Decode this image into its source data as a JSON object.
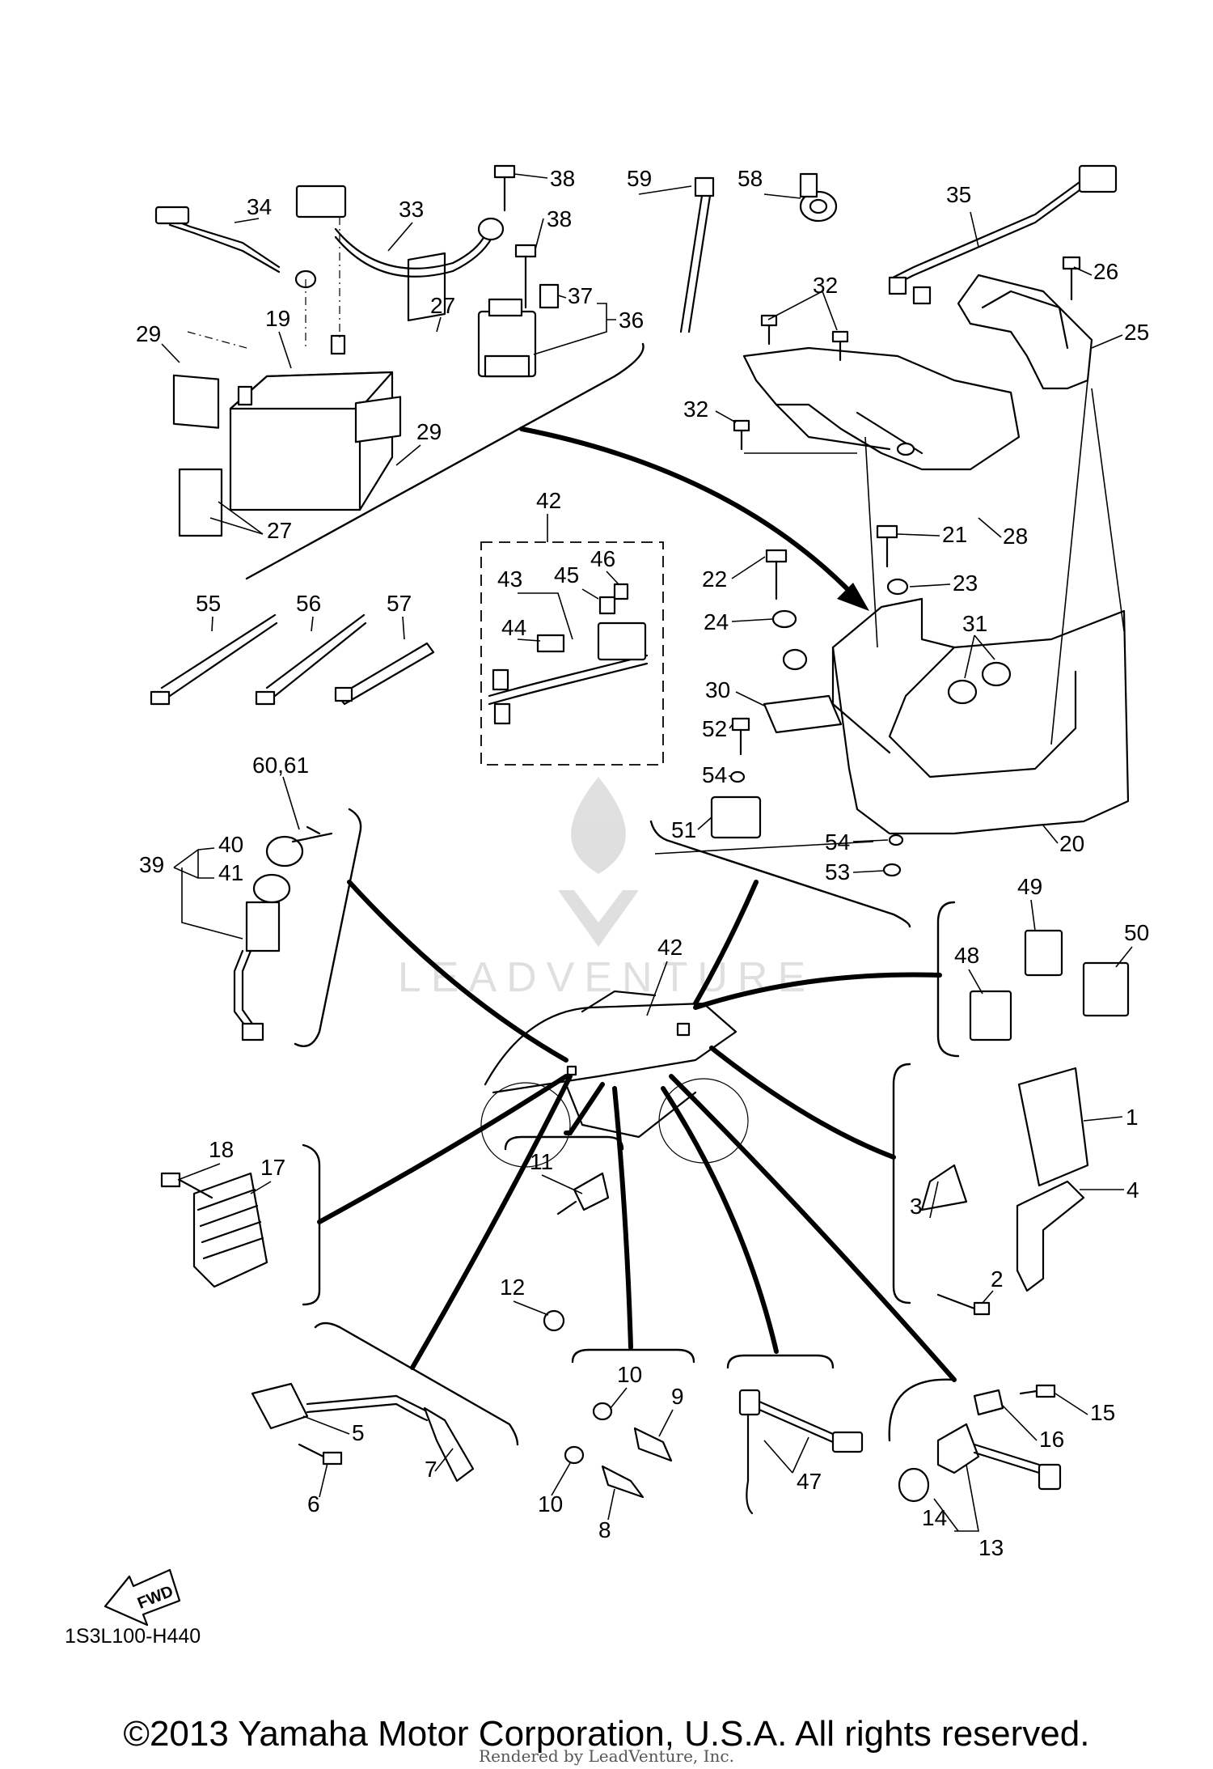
{
  "callouts": {
    "c38a": "38",
    "c38b": "38",
    "c59": "59",
    "c58": "58",
    "c35": "35",
    "c34": "34",
    "c33": "33",
    "c37": "37",
    "c36": "36",
    "c27a": "27",
    "c29a": "29",
    "c19": "19",
    "c29b": "29",
    "c27b": "27",
    "c32a": "32",
    "c32b": "32",
    "c26": "26",
    "c25": "25",
    "c28": "28",
    "c21": "21",
    "c23": "23",
    "c22": "22",
    "c24": "24",
    "c31": "31",
    "c30": "30",
    "c52": "52",
    "c54a": "54",
    "c51": "51",
    "c54b": "54",
    "c53": "53",
    "c20": "20",
    "c42a": "42",
    "c43": "43",
    "c44": "44",
    "c45": "45",
    "c46": "46",
    "c55": "55",
    "c56": "56",
    "c57": "57",
    "c6061": "60,61",
    "c40": "40",
    "c41": "41",
    "c39": "39",
    "c42b": "42",
    "c49": "49",
    "c50": "50",
    "c48": "48",
    "c1": "1",
    "c4": "4",
    "c3": "3",
    "c2": "2",
    "c18": "18",
    "c17": "17",
    "c11": "11",
    "c12": "12",
    "c10a": "10",
    "c9": "9",
    "c10b": "10",
    "c8": "8",
    "c47": "47",
    "c15": "15",
    "c16": "16",
    "c14": "14",
    "c13": "13",
    "c5": "5",
    "c7": "7",
    "c6": "6"
  },
  "fwd_label": "FWD",
  "diagram_code": "1S3L100-H440",
  "watermark_text": "LEADVENTURE",
  "copyright": "©2013 Yamaha Motor Corporation, U.S.A. All rights reserved.",
  "renderer": "Rendered by LeadVenture, Inc."
}
